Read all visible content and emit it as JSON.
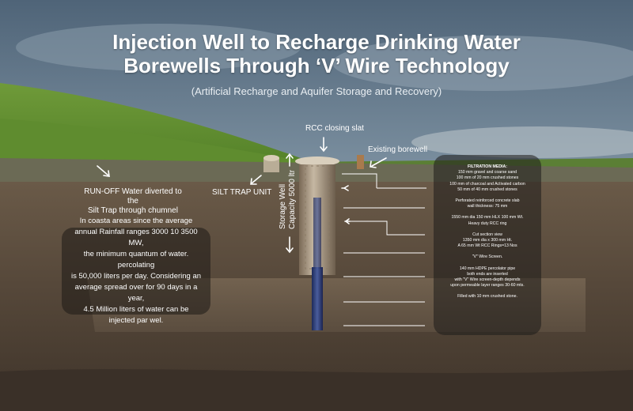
{
  "title_line1": "Injection Well to Recharge Drinking Water",
  "title_line2": "Borewells Through ‘V’ Wire Technology",
  "subtitle": "(Artificial Recharge and Aquifer Storage and Recovery)",
  "labels": {
    "rcc_slab": "RCC closing slat",
    "existing_borewell": "Existing borewell",
    "runoff_line1": "RUN-OFF Water diverted to the",
    "runoff_line2": "Silt Trap through chumnel",
    "silt_trap": "SILT TRAP UNIT",
    "storage_line1": "Storage Well",
    "storage_line2": "Capacity 5000 ltr"
  },
  "left_panel": [
    "In coasta areas since the average",
    "annual Rainfall ranges 3000 10 3500 MW,",
    "the minimum quantum of water. percolating",
    "is 50,000 liters per day. Considering an",
    "average spread over for 90 days in a year,",
    "4.5 Million liters of water can be injected par wel."
  ],
  "right_panel": [
    [
      "FILTRATION MEDIA:",
      "150 mm gravel and coarse sand",
      "100 mm of 20 mm crushed stones",
      "100 mm of charcoal and Activated carbon",
      "50 mm of 40 mm crushed stones"
    ],
    [
      "Perforated reinforced concrete slab",
      "wall thickness: 75 mm"
    ],
    [
      "1550 mm dia 150 mm HLX 100 mm Wt.",
      "Heavy duty RCC ring"
    ],
    [
      "Cut section view",
      "1350 mm dia x 300 mm Ht.",
      "A 65 mm Wt RCC Rings=13 Nos"
    ],
    [
      "\"V\" Wire Screen."
    ],
    [
      "140 mm HDPE percolator pipe",
      "both ends are inserted",
      "with \"V\" Wire screen-depth depends",
      "upon permeable layer ranges 30-60 mts."
    ],
    [
      "Filled with 10 mm crushed stone."
    ]
  ]
}
